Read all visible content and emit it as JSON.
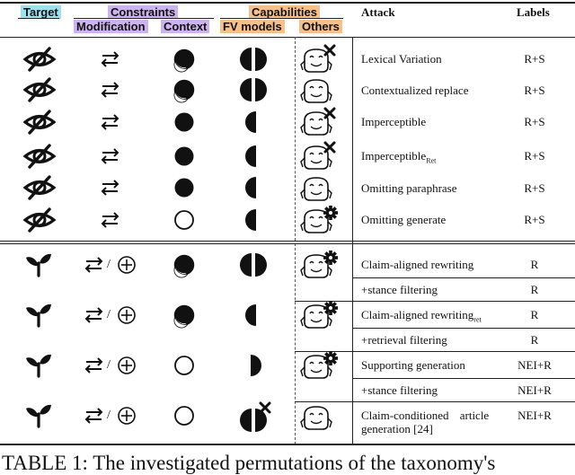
{
  "headers": {
    "target": "Target",
    "constraints": "Constraints",
    "modification": "Modification",
    "context": "Context",
    "capabilities": "Capabilities",
    "fv_models": "FV models",
    "others": "Others",
    "attack": "Attack",
    "labels": "Labels"
  },
  "rows": [
    {
      "attack": "Lexical Variation",
      "label": "R+S"
    },
    {
      "attack": "Contextualized replace",
      "label": "R+S"
    },
    {
      "attack": "Imperceptible",
      "label": "R+S"
    },
    {
      "attack": "Imperceptible",
      "attack_sub": "Ret",
      "label": "R+S"
    },
    {
      "attack": "Omitting paraphrase",
      "label": "R+S"
    },
    {
      "attack": "Omitting generate",
      "label": "R+S"
    },
    {
      "attack": "Claim-aligned rewriting",
      "label": "R"
    },
    {
      "attack": "+stance filtering",
      "label": "R"
    },
    {
      "attack": "Claim-aligned rewriting",
      "attack_sub": "ret",
      "label": "R"
    },
    {
      "attack": "+retrieval filtering",
      "label": "R"
    },
    {
      "attack": "Supporting generation",
      "label": "NEI+R"
    },
    {
      "attack": "+stance filtering",
      "label": "NEI+R"
    },
    {
      "attack": "Claim-conditioned article",
      "attack_line2": "generation [24]",
      "label": "NEI+R"
    }
  ],
  "caption": "TABLE 1: The investigated permutations of the taxonomy's",
  "slash": "/",
  "icons": {
    "target": [
      "eye-slash-icon",
      "eye-slash-icon",
      "eye-slash-icon",
      "eye-slash-icon",
      "eye-slash-icon",
      "eye-slash-icon",
      "sprout-icon",
      "sprout-icon",
      "sprout-icon",
      "sprout-icon"
    ],
    "modification": [
      "swap-arrows-icon",
      "swap-arrows-plus-icon"
    ],
    "context": [
      "circle-mostly-filled-icon",
      "circle-filled-icon",
      "circle-empty-icon"
    ],
    "fv_models": [
      "split-circle-icon",
      "half-circle-left-icon",
      "half-circle-right-icon"
    ],
    "others": [
      "robot-x-icon",
      "robot-icon",
      "robot-gear-icon"
    ]
  }
}
